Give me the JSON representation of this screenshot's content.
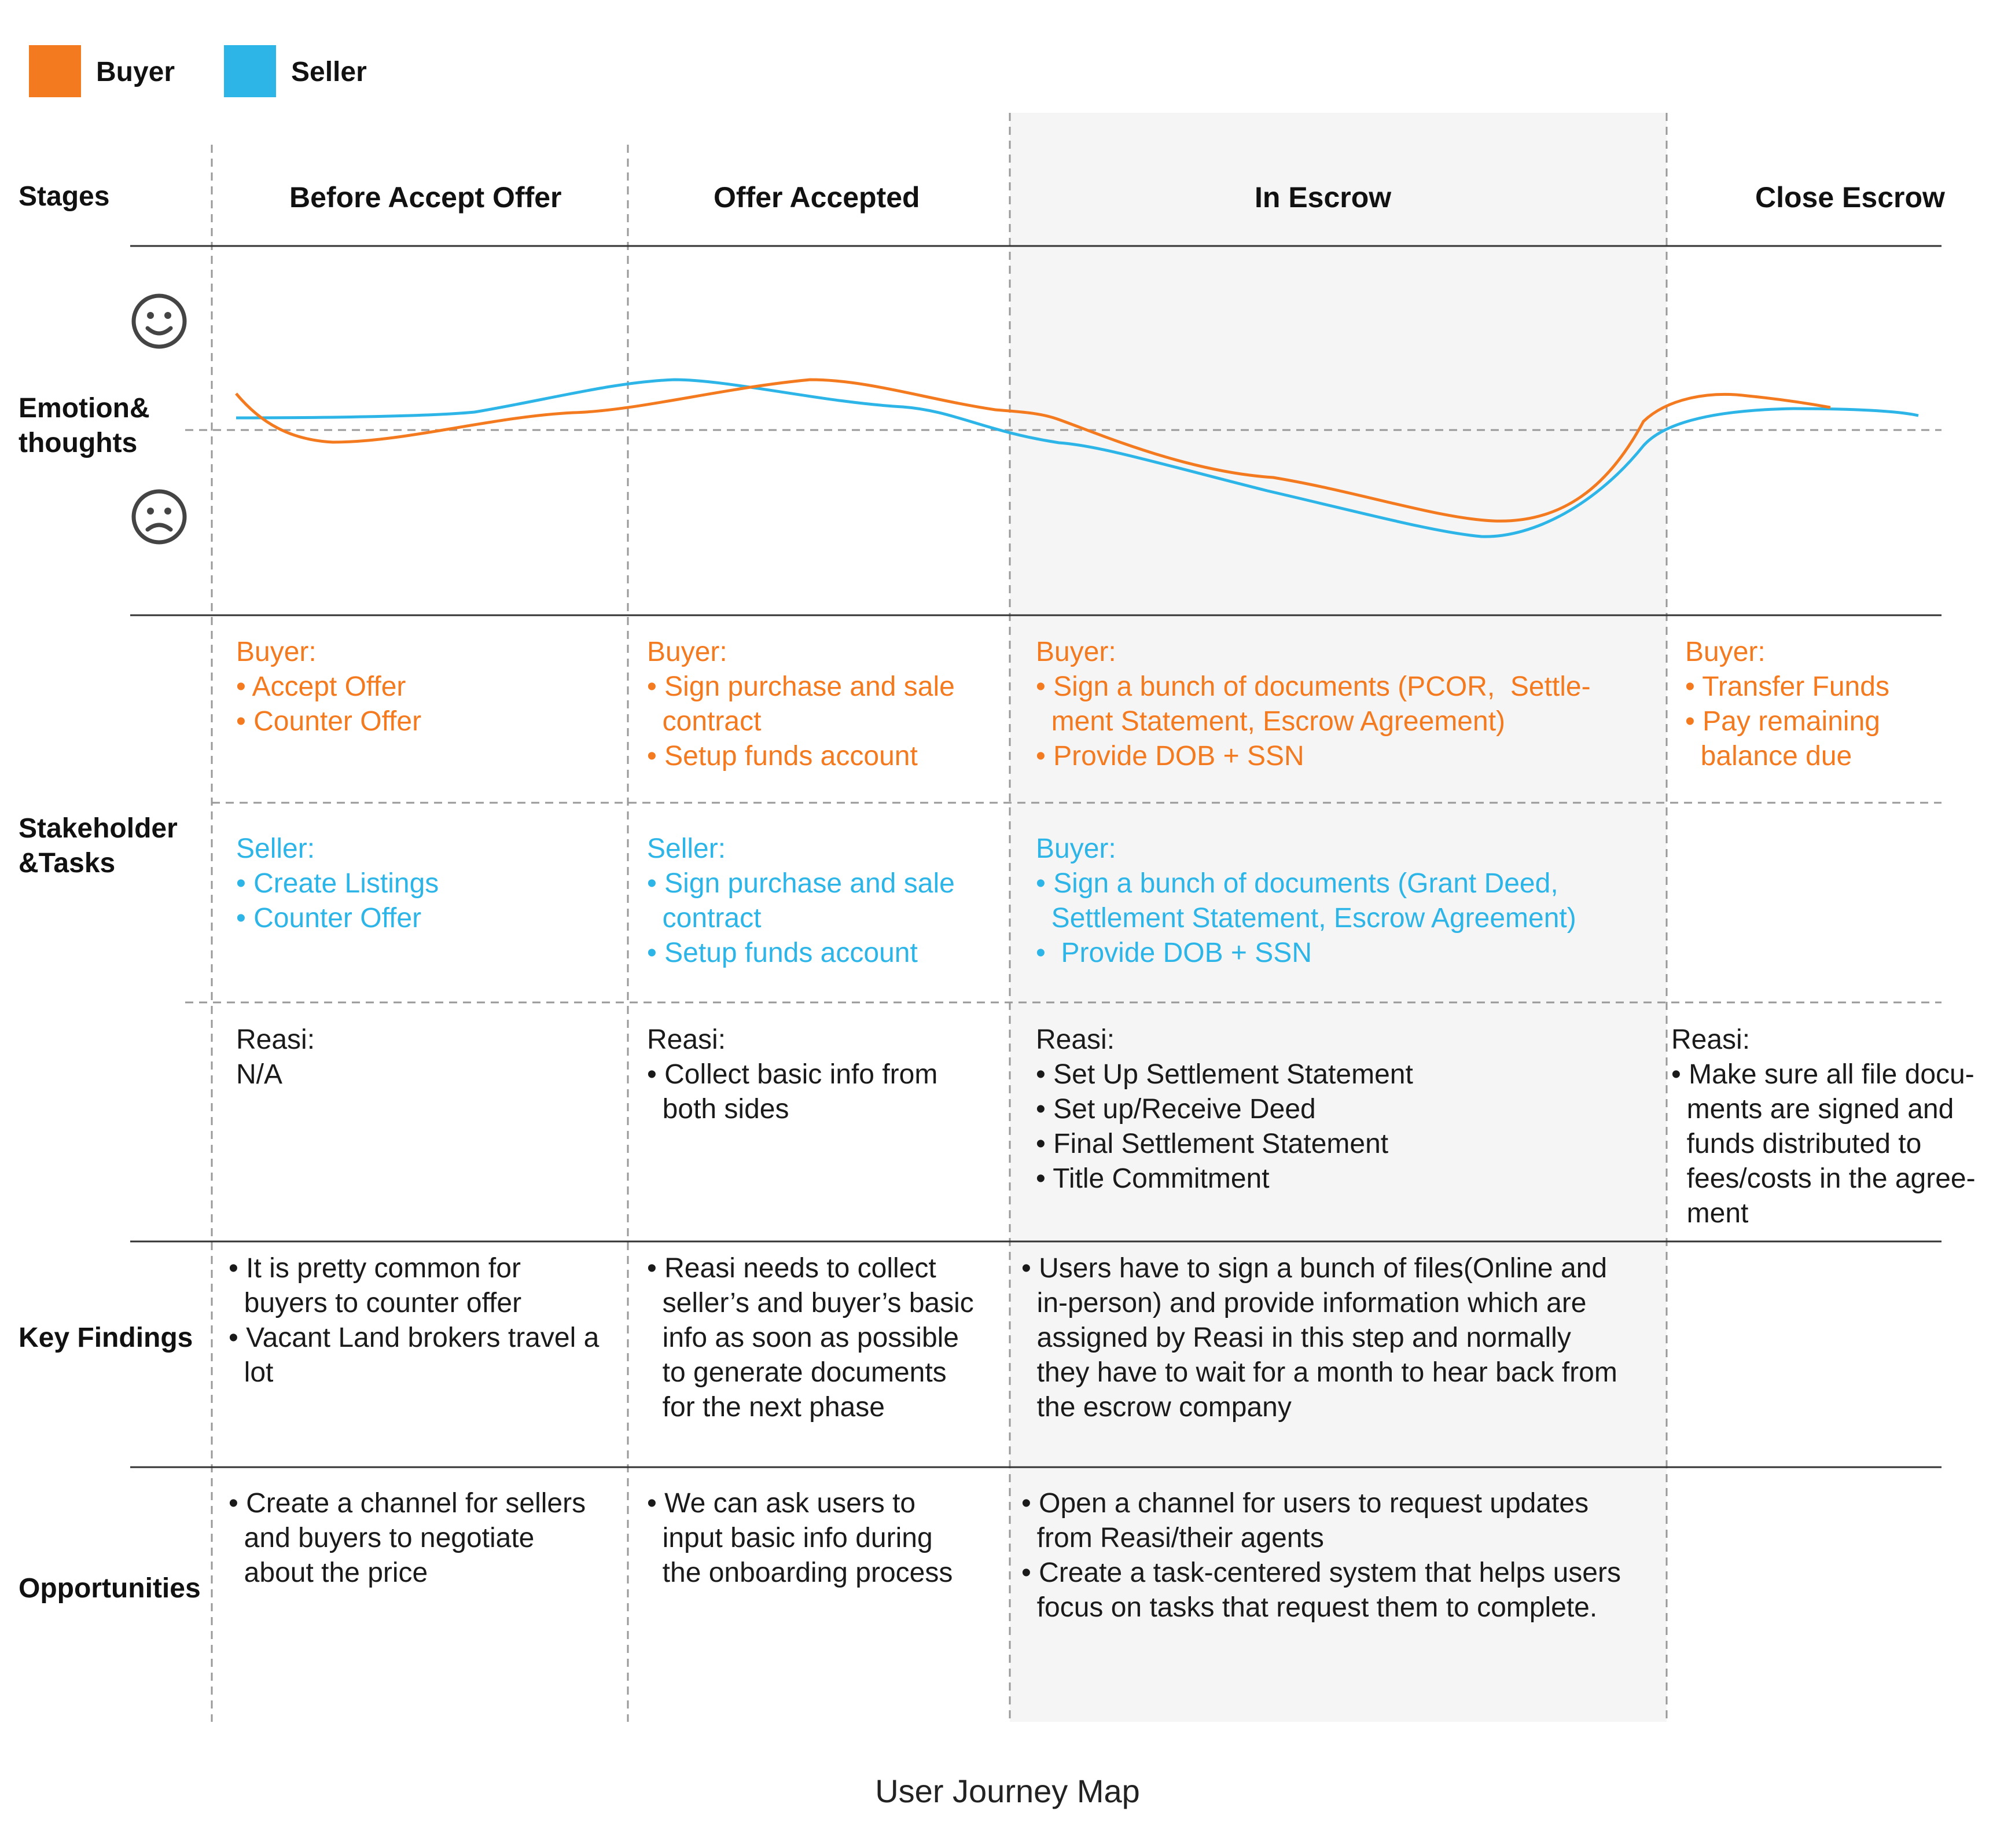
{
  "legend": [
    {
      "label": "Buyer",
      "color": "#F47A20"
    },
    {
      "label": "Seller",
      "color": "#2DB5E8"
    }
  ],
  "rows": {
    "stages": "Stages",
    "emotion": [
      "Emotion&",
      "thoughts"
    ],
    "stakeholder": [
      "Stakeholder",
      "&Tasks"
    ],
    "findings": "Key Findings",
    "opportunities": "Opportunities"
  },
  "emotion_icons": [
    "smile-icon",
    "frown-icon"
  ],
  "stages": [
    "Before Accept Offer",
    "Offer Accepted",
    "In Escrow",
    "Close Escrow"
  ],
  "tasks": {
    "buyer": [
      {
        "head": "Buyer:",
        "items": [
          "• Accept Offer",
          "• Counter Offer"
        ]
      },
      {
        "head": "Buyer:",
        "items": [
          "• Sign purchase and sale",
          "  contract",
          "• Setup funds account"
        ]
      },
      {
        "head": "Buyer:",
        "items": [
          "• Sign a bunch of documents (PCOR,  Settle-",
          "  ment Statement, Escrow Agreement)",
          "• Provide DOB + SSN"
        ]
      },
      {
        "head": "Buyer:",
        "items": [
          "• Transfer Funds",
          "• Pay remaining",
          "  balance due"
        ]
      }
    ],
    "seller": [
      {
        "head": "Seller:",
        "items": [
          "• Create Listings",
          "• Counter Offer"
        ]
      },
      {
        "head": "Seller:",
        "items": [
          "• Sign purchase and sale",
          "  contract",
          "• Setup funds account"
        ]
      },
      {
        "head": "Buyer:",
        "items": [
          "• Sign a bunch of documents (Grant Deed,",
          "  Settlement Statement, Escrow Agreement)",
          "•  Provide DOB + SSN"
        ]
      }
    ],
    "reasi": [
      {
        "head": "Reasi:",
        "items": [
          "N/A"
        ]
      },
      {
        "head": "Reasi:",
        "items": [
          "• Collect basic info from",
          "  both sides"
        ]
      },
      {
        "head": "Reasi:",
        "items": [
          "• Set Up Settlement Statement",
          "• Set up/Receive Deed",
          "• Final Settlement Statement",
          "• Title Commitment"
        ]
      },
      {
        "head": "Reasi:",
        "items": [
          "• Make sure all file docu-",
          "  ments are signed and",
          "  funds distributed to",
          "  fees/costs in the agree-",
          "  ment"
        ]
      }
    ]
  },
  "findings": [
    [
      "• It is pretty common for",
      "  buyers to counter offer",
      "• Vacant Land brokers travel a",
      "  lot"
    ],
    [
      "• Reasi needs to collect",
      "  seller’s and buyer’s basic",
      "  info as soon as possible",
      "  to generate documents",
      "  for the next phase"
    ],
    [
      "• Users have to sign a bunch of files(Online and",
      "  in-person) and provide information which are",
      "  assigned by Reasi in this step and normally",
      "  they have to wait for a month to hear back from",
      "  the escrow company"
    ]
  ],
  "opportunities": [
    [
      "• Create a channel for sellers",
      "  and buyers to negotiate",
      "  about the price"
    ],
    [
      "• We can ask users to",
      "  input basic info during",
      "  the onboarding process"
    ],
    [
      "• Open a channel for users to request updates",
      "  from Reasi/their agents",
      "• Create a task-centered system that helps users",
      "  focus on tasks that request them to complete."
    ]
  ],
  "caption": "User Journey Map",
  "colors": {
    "buyer": "#F47A20",
    "seller": "#2DB5E8",
    "highlight": "#F5F5F5",
    "rule": "#333333",
    "dash": "#999999"
  }
}
